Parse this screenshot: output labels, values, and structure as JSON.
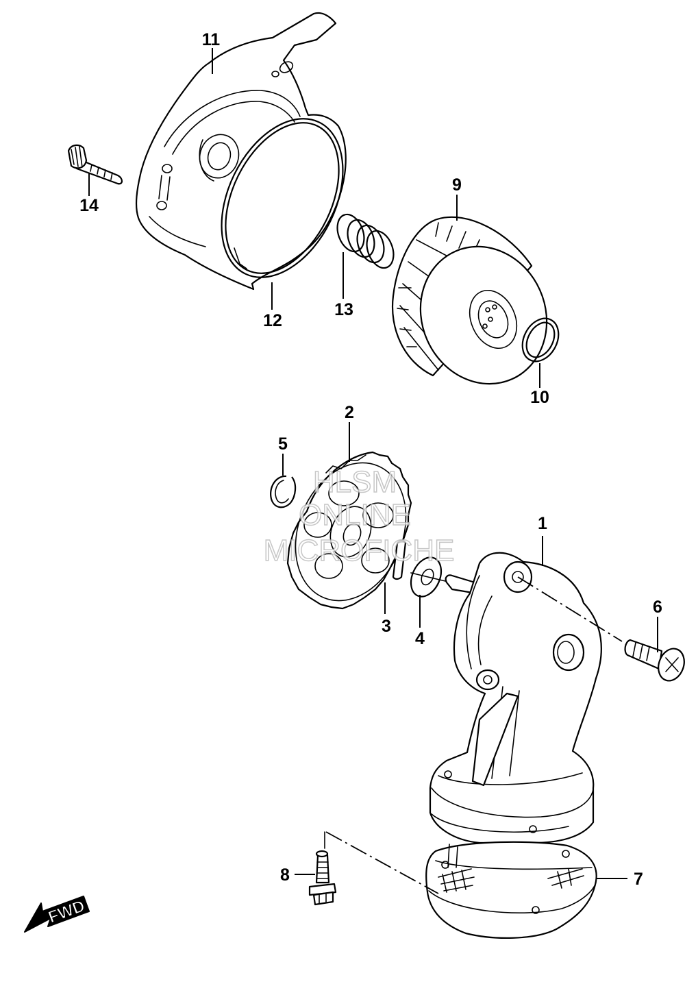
{
  "diagram": {
    "callouts": [
      "1",
      "2",
      "3",
      "4",
      "5",
      "6",
      "7",
      "8",
      "9",
      "10",
      "11",
      "12",
      "13",
      "14"
    ],
    "direction_label": "FWD",
    "watermark": [
      "HLSM",
      "ONLINE",
      "MICROFICHE"
    ]
  }
}
